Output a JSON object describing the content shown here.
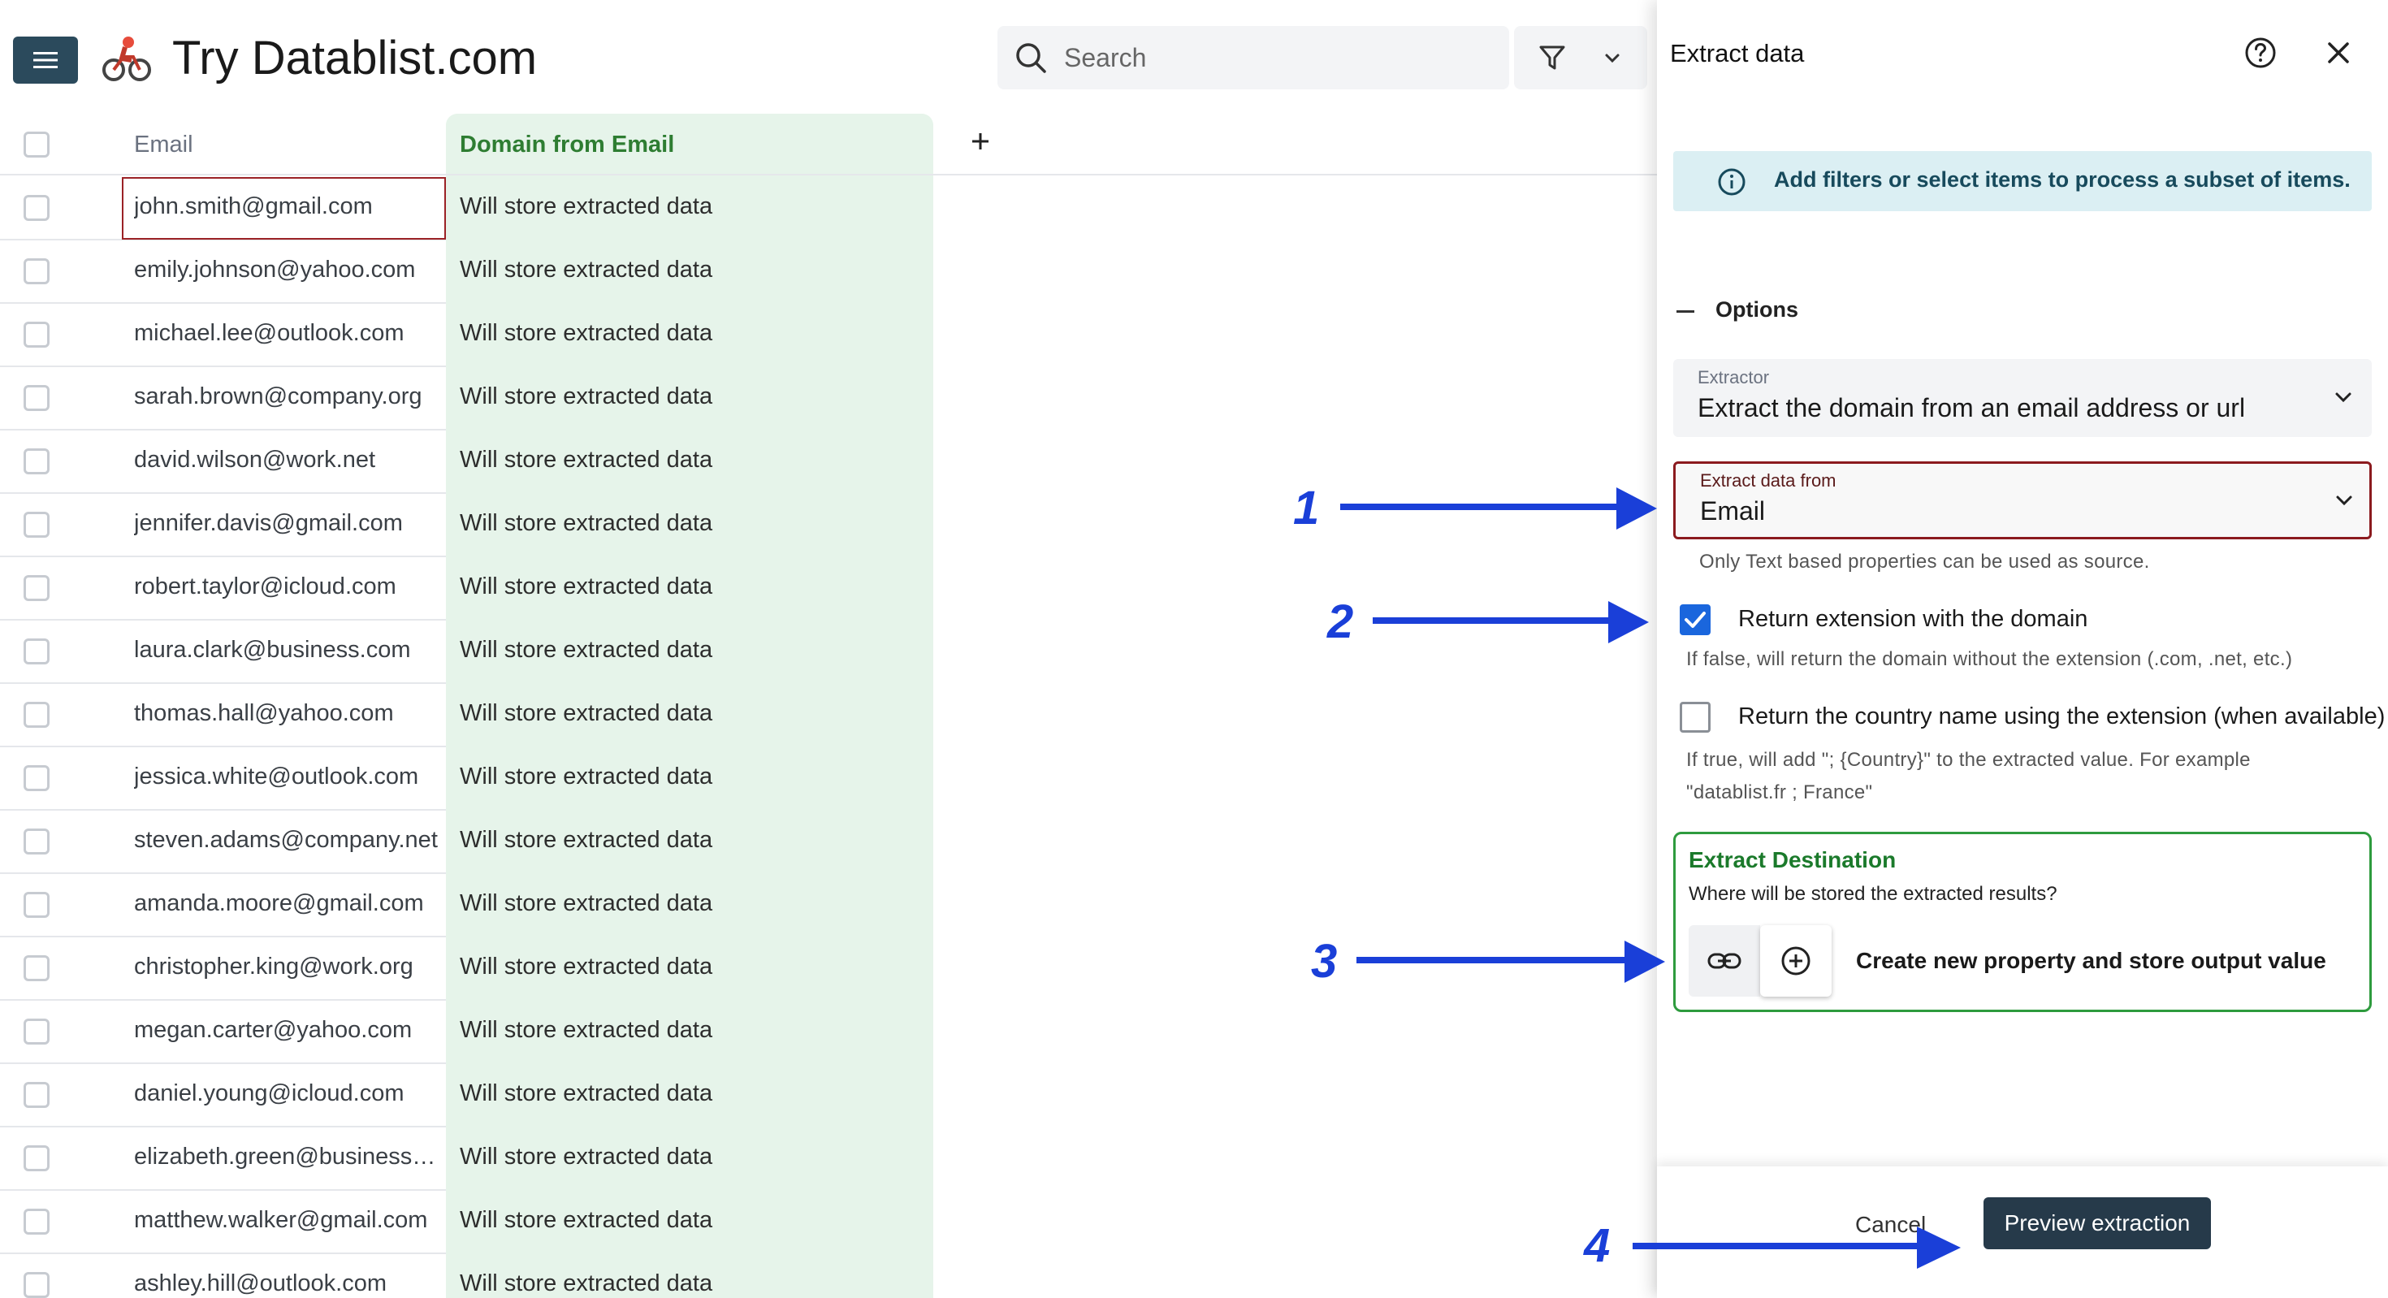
{
  "app": {
    "title": "Try Datablist.com",
    "icon": "cyclist-emoji"
  },
  "toolbar": {
    "search_placeholder": "Search"
  },
  "table": {
    "columns": [
      "Email",
      "Domain from Email"
    ],
    "rows": [
      {
        "email": "john.smith@gmail.com",
        "domain": "Will store extracted data"
      },
      {
        "email": "emily.johnson@yahoo.com",
        "domain": "Will store extracted data"
      },
      {
        "email": "michael.lee@outlook.com",
        "domain": "Will store extracted data"
      },
      {
        "email": "sarah.brown@company.org",
        "domain": "Will store extracted data"
      },
      {
        "email": "david.wilson@work.net",
        "domain": "Will store extracted data"
      },
      {
        "email": "jennifer.davis@gmail.com",
        "domain": "Will store extracted data"
      },
      {
        "email": "robert.taylor@icloud.com",
        "domain": "Will store extracted data"
      },
      {
        "email": "laura.clark@business.com",
        "domain": "Will store extracted data"
      },
      {
        "email": "thomas.hall@yahoo.com",
        "domain": "Will store extracted data"
      },
      {
        "email": "jessica.white@outlook.com",
        "domain": "Will store extracted data"
      },
      {
        "email": "steven.adams@company.net",
        "domain": "Will store extracted data"
      },
      {
        "email": "amanda.moore@gmail.com",
        "domain": "Will store extracted data"
      },
      {
        "email": "christopher.king@work.org",
        "domain": "Will store extracted data"
      },
      {
        "email": "megan.carter@yahoo.com",
        "domain": "Will store extracted data"
      },
      {
        "email": "daniel.young@icloud.com",
        "domain": "Will store extracted data"
      },
      {
        "email": "elizabeth.green@business.c...",
        "domain": "Will store extracted data"
      },
      {
        "email": "matthew.walker@gmail.com",
        "domain": "Will store extracted data"
      },
      {
        "email": "ashley.hill@outlook.com",
        "domain": "Will store extracted data"
      }
    ]
  },
  "panel": {
    "title": "Extract data",
    "info_banner": "Add filters or select items to process a subset of items.",
    "options_label": "Options",
    "extractor": {
      "label": "Extractor",
      "value": "Extract the domain from an email address or url"
    },
    "source": {
      "label": "Extract data from",
      "value": "Email",
      "helper": "Only Text based properties can be used as source."
    },
    "return_extension": {
      "label": "Return extension with the domain",
      "checked": true,
      "helper": "If false, will return the domain without the extension (.com, .net, etc.)"
    },
    "return_country": {
      "label": "Return the country name using the extension (when available)",
      "checked": false,
      "helper": "If true, will add \"; {Country}\" to the extracted value. For example \"datablist.fr ; France\""
    },
    "destination": {
      "title": "Extract Destination",
      "subtitle": "Where will be stored the extracted results?",
      "action": "Create new property and store output value"
    },
    "footer": {
      "cancel": "Cancel",
      "preview": "Preview extraction"
    }
  },
  "annotations": [
    "1",
    "2",
    "3",
    "4"
  ],
  "colors": {
    "menu_button": "#2b4a5c",
    "domain_column": "#e6f4ea",
    "domain_header_text": "#2e7d32",
    "info_banner": "#dbeff3",
    "destination_border": "#2e9b3e",
    "primary_button": "#263a4a",
    "checkbox_checked": "#1a66dd",
    "annotation_blue": "#1a3fd8",
    "selected_cell_border": "#9b2226"
  }
}
